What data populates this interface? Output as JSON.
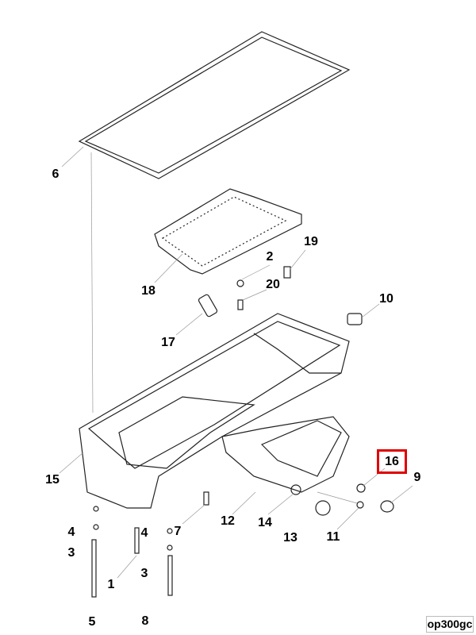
{
  "diagram": {
    "reference_code": "op300gc",
    "highlighted_part": "16",
    "highlight_color": "#e00000",
    "callouts": [
      {
        "id": "c6",
        "label": "6"
      },
      {
        "id": "c18",
        "label": "18"
      },
      {
        "id": "c2",
        "label": "2"
      },
      {
        "id": "c19",
        "label": "19"
      },
      {
        "id": "c20",
        "label": "20"
      },
      {
        "id": "c10",
        "label": "10"
      },
      {
        "id": "c17",
        "label": "17"
      },
      {
        "id": "c15",
        "label": "15"
      },
      {
        "id": "c16",
        "label": "16"
      },
      {
        "id": "c9",
        "label": "9"
      },
      {
        "id": "c4a",
        "label": "4"
      },
      {
        "id": "c4b",
        "label": "4"
      },
      {
        "id": "c3a",
        "label": "3"
      },
      {
        "id": "c7",
        "label": "7"
      },
      {
        "id": "c12",
        "label": "12"
      },
      {
        "id": "c14",
        "label": "14"
      },
      {
        "id": "c13",
        "label": "13"
      },
      {
        "id": "c11",
        "label": "11"
      },
      {
        "id": "c1",
        "label": "1"
      },
      {
        "id": "c3b",
        "label": "3"
      },
      {
        "id": "c5",
        "label": "5"
      },
      {
        "id": "c8",
        "label": "8"
      }
    ]
  }
}
